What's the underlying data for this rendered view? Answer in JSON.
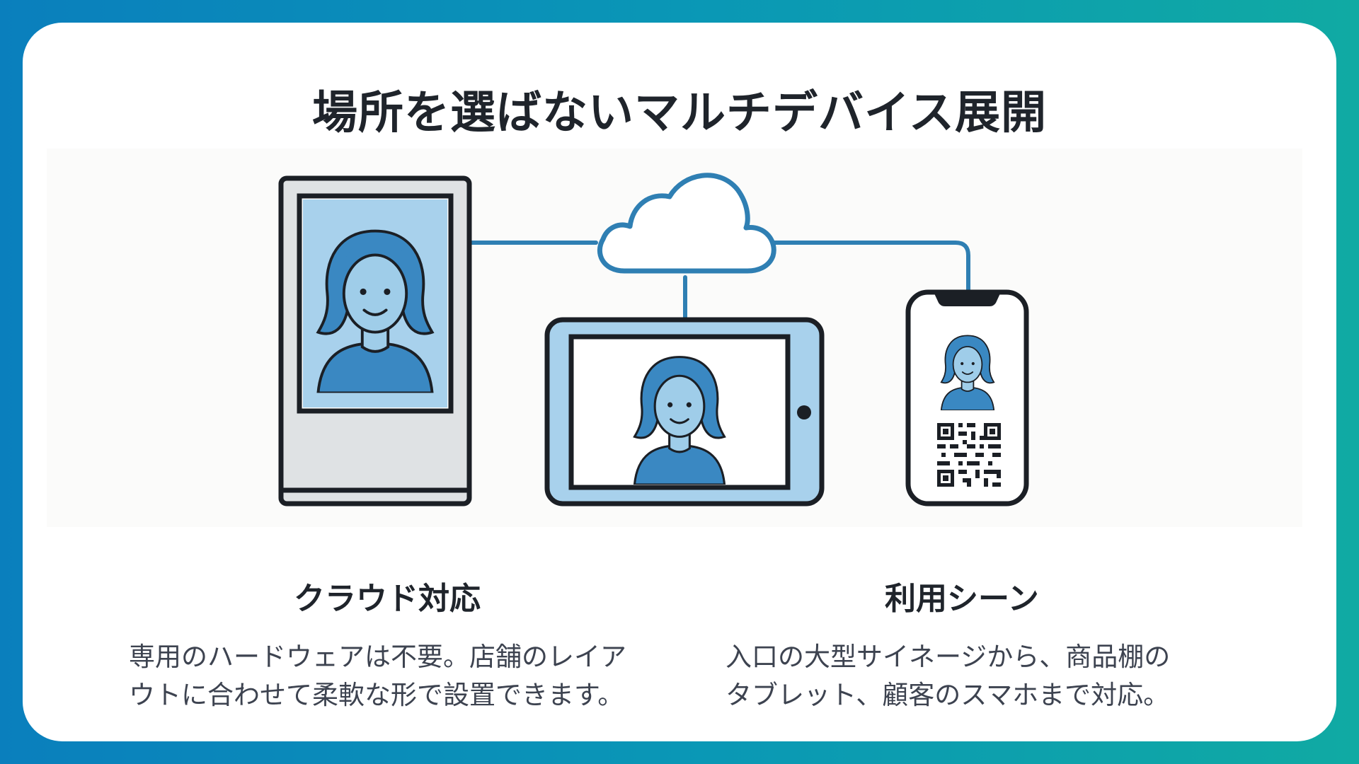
{
  "title": "場所を選ばないマルチデバイス展開",
  "sections": [
    {
      "heading": "クラウド対応",
      "body_lines": [
        "専用のハードウェアは不要。店舗のレイア",
        "ウトに合わせて柔軟な形で設置できます。"
      ]
    },
    {
      "heading": "利用シーン",
      "body_lines": [
        "入口の大型サイネージから、商品棚の",
        "タブレット、顧客のスマホまで対応。"
      ]
    }
  ],
  "icons": [
    "cloud-icon",
    "signage-kiosk-icon",
    "tablet-icon",
    "smartphone-icon",
    "qr-code-icon",
    "avatar-icon"
  ],
  "colors": {
    "background_start": "#0a7fbd",
    "background_end": "#10aaa3",
    "card": "#ffffff",
    "accent_blue": "#3a88c2",
    "line_blue": "#2f7fb3",
    "light_blue": "#a8d1ec",
    "avatar_skin": "#9fcde9",
    "dark": "#1b1f25"
  }
}
